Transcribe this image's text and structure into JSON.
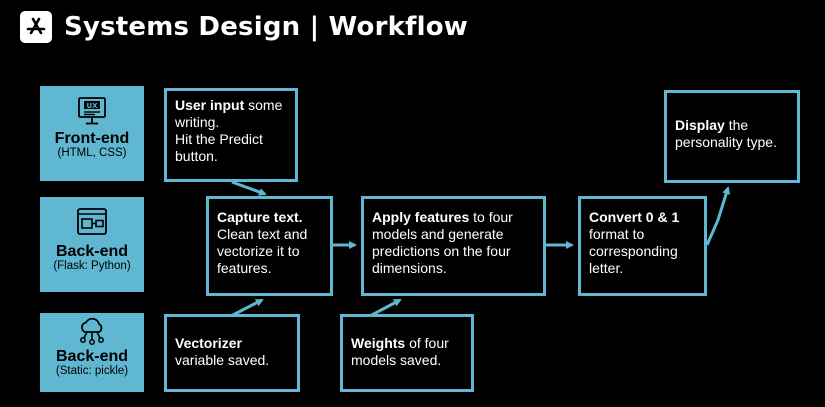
{
  "header": {
    "title": "Systems Design | Workflow",
    "logo_icon": "app-store-icon"
  },
  "tiers": [
    {
      "name": "Front-end",
      "sub": "(HTML, CSS)",
      "icon": "ux-monitor-icon"
    },
    {
      "name": "Back-end",
      "sub": "(Flask: Python)",
      "icon": "server-window-icon"
    },
    {
      "name": "Back-end",
      "sub": "(Static: pickle)",
      "icon": "cloud-network-icon"
    }
  ],
  "boxes": {
    "user_input": {
      "bold": "User input",
      "rest": " some writing.\nHit the Predict button."
    },
    "capture": {
      "bold": "Capture text.",
      "rest": "\nClean text and vectorize it to features."
    },
    "vectorizer": {
      "bold": "Vectorizer",
      "rest": "\nvariable saved."
    },
    "apply": {
      "bold": "Apply features",
      "rest": " to four models and generate predictions on the four dimensions."
    },
    "weights": {
      "bold": "Weights",
      "rest": " of four models saved."
    },
    "convert": {
      "bold": "Convert 0 & 1",
      "rest": " format to corresponding letter."
    },
    "display": {
      "bold": "Display",
      "rest": " the personality type."
    }
  },
  "colors": {
    "accent": "#5fb7d2",
    "background": "#000000",
    "text": "#ffffff"
  }
}
